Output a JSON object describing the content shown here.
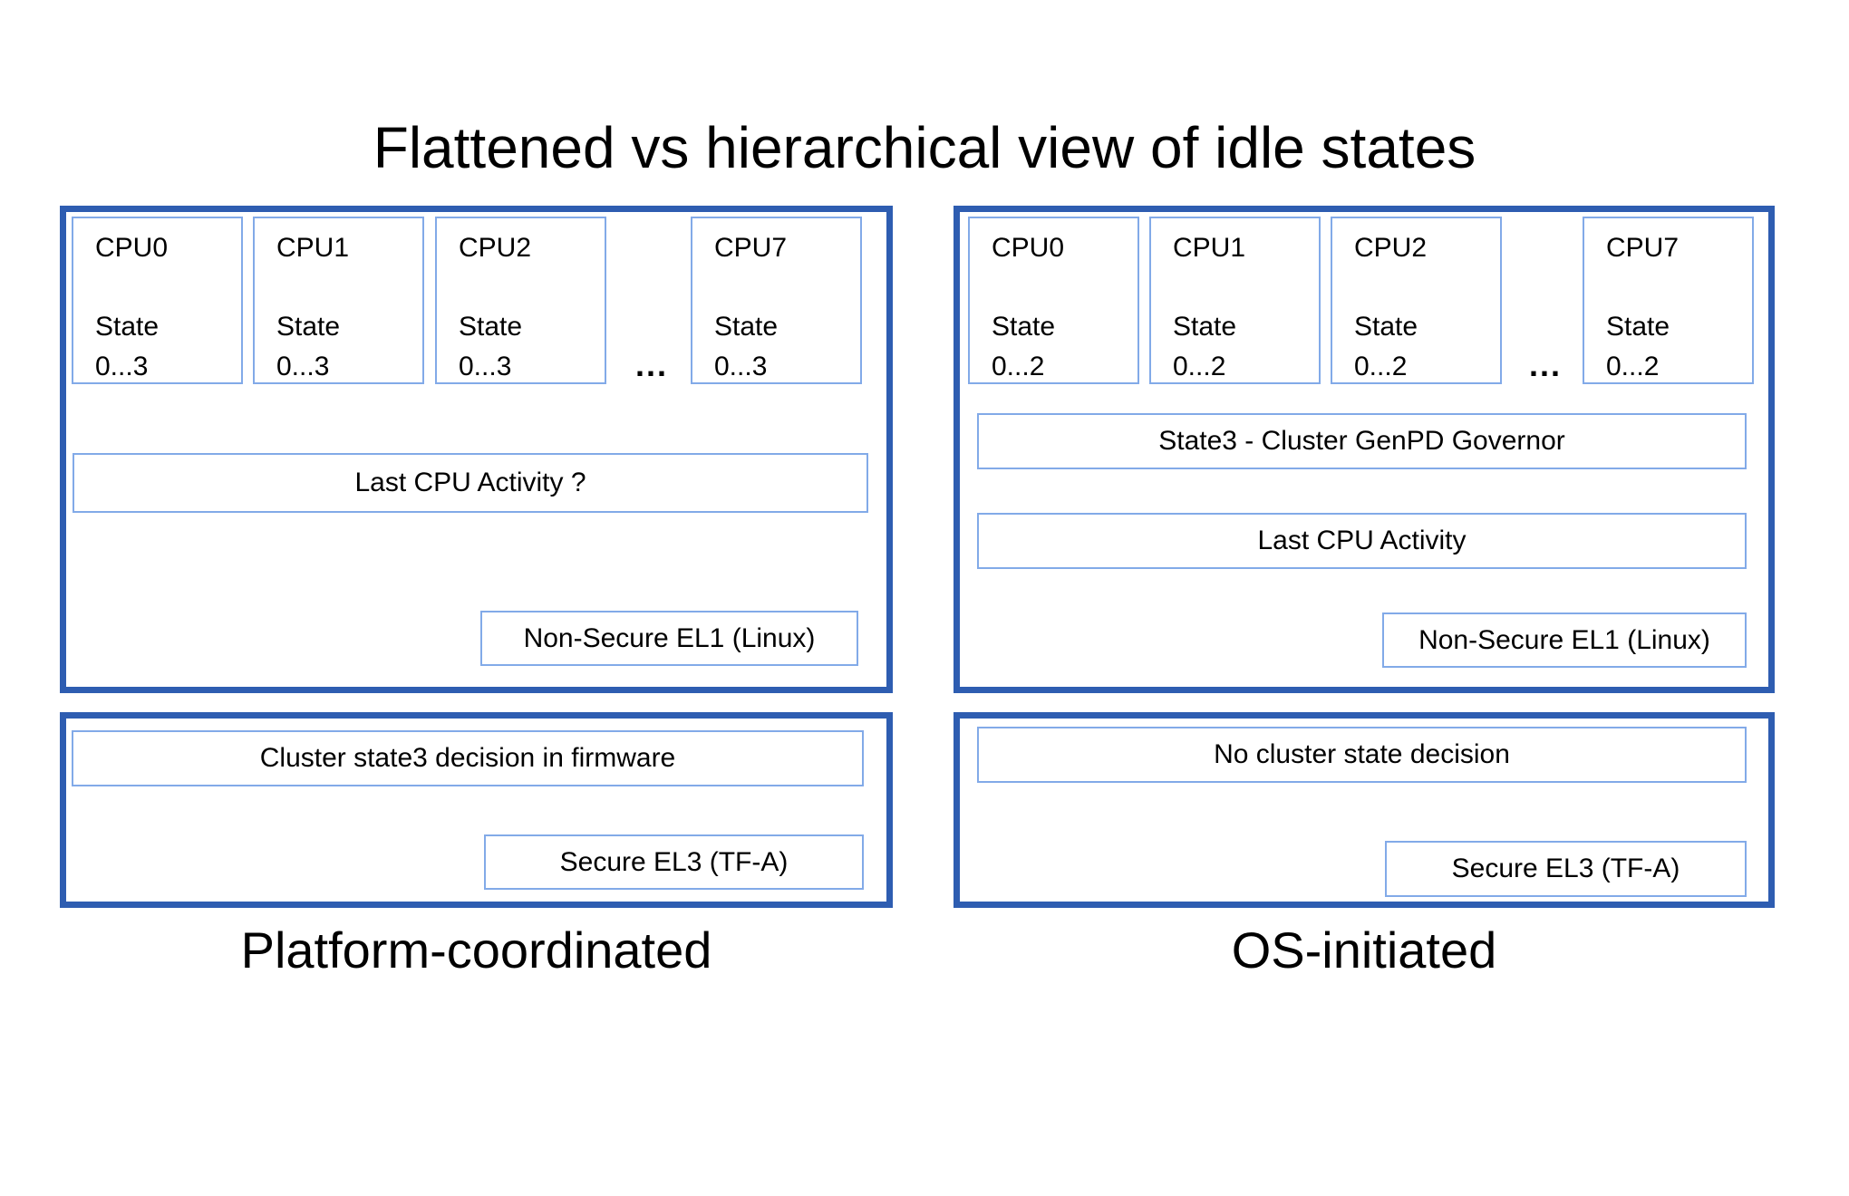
{
  "title": "Flattened vs hierarchical view of idle states",
  "colors": {
    "panel_border": "#2e5db1",
    "box_border": "#82aae8",
    "text": "#000000"
  },
  "left": {
    "label": "Platform-coordinated",
    "cpus": [
      {
        "name": "CPU0",
        "state_line1": "State",
        "state_line2": "0...3"
      },
      {
        "name": "CPU1",
        "state_line1": "State",
        "state_line2": "0...3"
      },
      {
        "name": "CPU2",
        "state_line1": "State",
        "state_line2": "0...3"
      },
      {
        "name": "CPU7",
        "state_line1": "State",
        "state_line2": "0...3"
      }
    ],
    "ellipsis": "...",
    "activity_box": "Last CPU Activity ?",
    "el1_box": "Non-Secure EL1 (Linux)",
    "firmware_box": "Cluster state3 decision in firmware",
    "el3_box": "Secure EL3 (TF-A)"
  },
  "right": {
    "label": "OS-initiated",
    "cpus": [
      {
        "name": "CPU0",
        "state_line1": "State",
        "state_line2": "0...2"
      },
      {
        "name": "CPU1",
        "state_line1": "State",
        "state_line2": "0...2"
      },
      {
        "name": "CPU2",
        "state_line1": "State",
        "state_line2": "0...2"
      },
      {
        "name": "CPU7",
        "state_line1": "State",
        "state_line2": "0...2"
      }
    ],
    "ellipsis": "...",
    "governor_box": "State3 - Cluster GenPD Governor",
    "activity_box": "Last CPU Activity",
    "el1_box": "Non-Secure EL1 (Linux)",
    "decision_box": "No cluster state decision",
    "el3_box": "Secure EL3 (TF-A)"
  }
}
